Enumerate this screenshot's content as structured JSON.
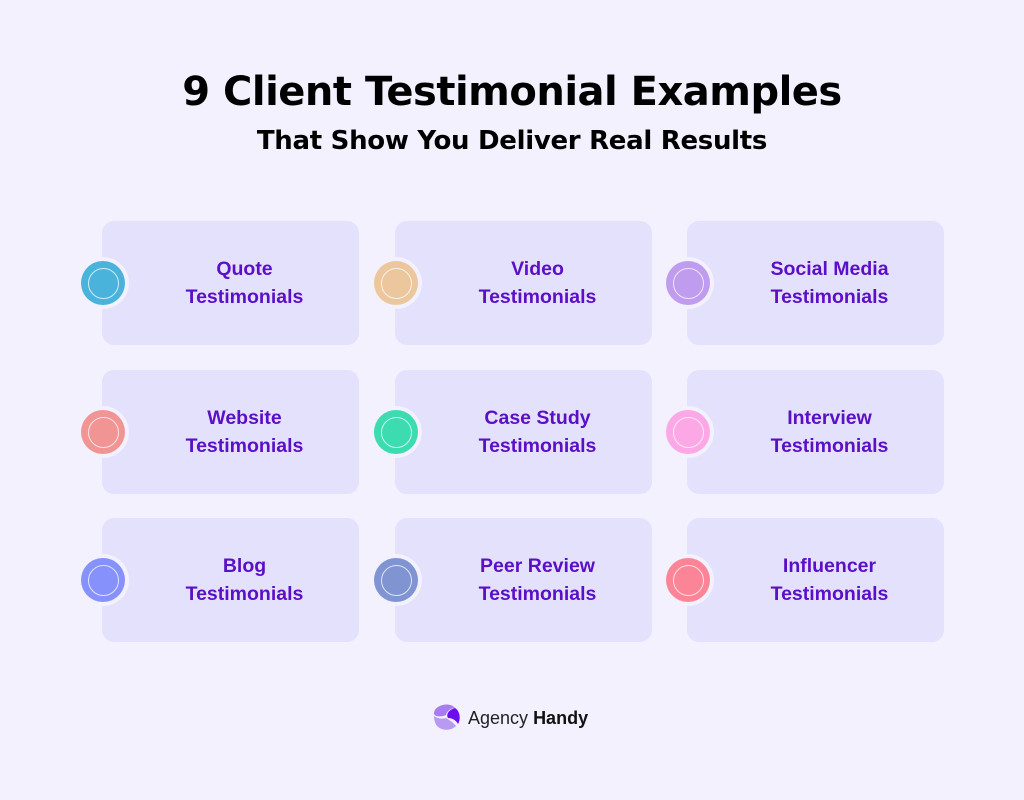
{
  "header": {
    "title": "9 Client Testimonial Examples",
    "subtitle": "That Show You Deliver Real Results"
  },
  "cards": [
    {
      "label": "Quote\nTestimonials",
      "icon": "circle-icon",
      "color": "#4ab3dc"
    },
    {
      "label": "Video\nTestimonials",
      "icon": "circle-icon",
      "color": "#ecc79e"
    },
    {
      "label": "Social Media\nTestimonials",
      "icon": "circle-icon",
      "color": "#c09cee"
    },
    {
      "label": "Website\nTestimonials",
      "icon": "circle-icon",
      "color": "#f09494"
    },
    {
      "label": "Case Study\nTestimonials",
      "icon": "circle-icon",
      "color": "#3ddcb0"
    },
    {
      "label": "Interview\nTestimonials",
      "icon": "circle-icon",
      "color": "#fca8e6"
    },
    {
      "label": "Blog\nTestimonials",
      "icon": "circle-icon",
      "color": "#8791fb"
    },
    {
      "label": "Peer Review\nTestimonials",
      "icon": "circle-icon",
      "color": "#7f94d1"
    },
    {
      "label": "Influencer\nTestimonials",
      "icon": "circle-icon",
      "color": "#fb8596"
    }
  ],
  "footer": {
    "brand_light": "Agency",
    "brand_bold": "Handy",
    "logo_icon": "agency-handy-logo-icon"
  }
}
